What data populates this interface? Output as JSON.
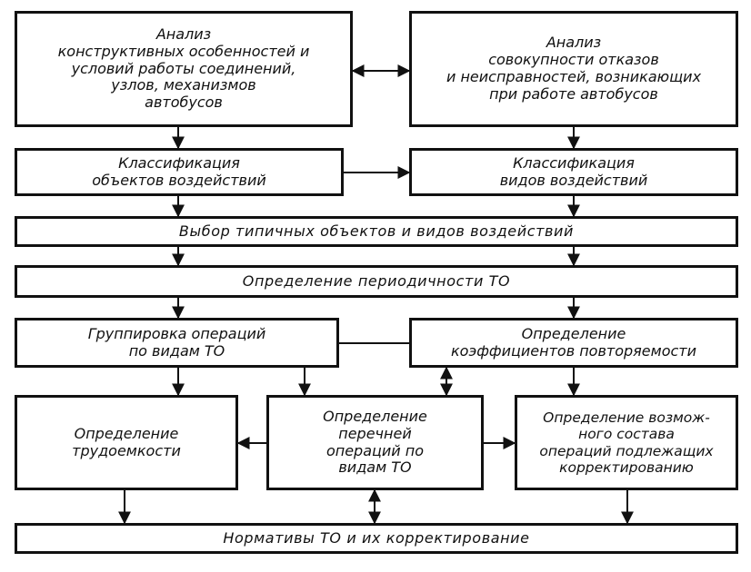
{
  "boxes": {
    "analysis_design": "Анализ\nконструктивных особенностей и\nусловий работы соединений,\nузлов, механизмов\nавтобусов",
    "analysis_failures": "Анализ\nсовокупности отказов\nи неисправностей, возникающих\nпри работе автобусов",
    "classification_objects": "Классификация\nобъектов воздействий",
    "classification_types": "Классификация\nвидов воздействий",
    "selection": "Выбор типичных объектов и видов воздействий",
    "periodicity": "Определение периодичности ТО",
    "grouping": "Группировка операций\nпо видам ТО",
    "repeatability": "Определение\nкоэффициентов повторяемости",
    "labor": "Определение\nтрудоемкости",
    "operation_lists": "Определение\nперечней\nопераций по\nвидам ТО",
    "possible_composition": "Определение возмож-\nного состава\nопераций подлежащих\nкорректированию",
    "norms": "Нормативы ТО и их корректирование"
  },
  "colors": {
    "ink": "#111111",
    "background": "#ffffff"
  }
}
